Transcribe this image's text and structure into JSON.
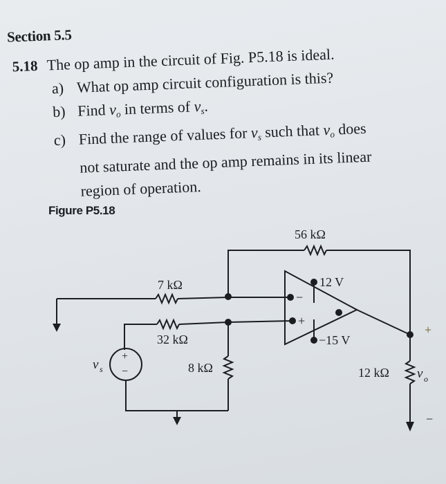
{
  "section": {
    "title": "Section 5.5"
  },
  "problem": {
    "number": "5.18",
    "statement": "The op amp in the circuit of Fig. P5.18 is ideal.",
    "parts": [
      {
        "label": "a)",
        "text": "What op amp circuit configuration is this?"
      },
      {
        "label": "b)",
        "text_pre": "Find ",
        "var1": "v",
        "sub1": "o",
        "text_mid": " in terms of ",
        "var2": "v",
        "sub2": "s",
        "text_post": "."
      },
      {
        "label": "c)",
        "text_pre": "Find the range of values for ",
        "var1": "v",
        "sub1": "s",
        "text_mid": " such that ",
        "var2": "v",
        "sub2": "o",
        "text_post": " does",
        "line2": "not saturate and the op amp remains in its linear",
        "line3": "region of operation."
      }
    ]
  },
  "figure": {
    "label": "Figure P5.18",
    "components": {
      "r_feedback": "56 kΩ",
      "r_input": "7 kΩ",
      "r_series": "32 kΩ",
      "r_shunt": "8 kΩ",
      "r_load": "12 kΩ",
      "v_pos_supply": "12 V",
      "v_neg_supply": "−15 V",
      "source_label": "v",
      "source_sub": "s",
      "output_label": "v",
      "output_sub": "o",
      "plus": "+",
      "minus": "−"
    }
  }
}
